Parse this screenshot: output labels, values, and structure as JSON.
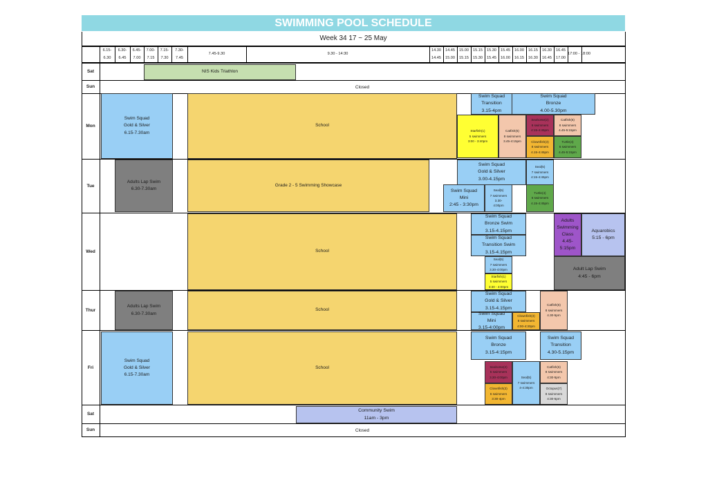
{
  "header": {
    "title": "SWIMMING POOL SCHEDULE",
    "week": "Week 34   17  ~  25 May"
  },
  "time_slots": [
    "6.15-\n6.30",
    "6.30-\n6.45",
    "6.45-\n7.00",
    "7.00-\n7.15",
    "7.15-\n7.30",
    "7.30-\n7.45",
    "7.45-9.30",
    "9.30 - 14:30",
    "14.30\n14.45",
    "14.45\n15.00",
    "15.00\n15.15",
    "15.15\n15.30",
    "15.30\n15.45",
    "15.45\n16.00",
    "16.00\n16.15",
    "16.15\n16.30",
    "16.30\n16.45",
    "16.45\n17.00",
    "17:00 - 18:00"
  ],
  "days": [
    "Sat",
    "Sun",
    "Mon",
    "Tue",
    "Wed",
    "Thur",
    "Fri",
    "Sat",
    "Sun"
  ],
  "colors": {
    "title_bar": "#8fd8e3",
    "blue": "#99cff5",
    "gray": "#7f7f7f",
    "yellow_school": "#f5d56f",
    "green": "#c6dfb0",
    "yellow": "#ffff33",
    "peach": "#f3c7ac",
    "maroon": "#a8325a",
    "orange": "#f2b632",
    "dark_green": "#5fa84a",
    "purple": "#9e55c9",
    "lavender": "#b7c3ef",
    "light_gray": "#d9d9d9"
  },
  "sat_top": {
    "event": "NIS Kids Triathlon"
  },
  "sun_top": {
    "label": "Closed"
  },
  "mon": {
    "squad_gold": "Swim Squad\nGold & Silver\n6.15-7.30am",
    "school": "School",
    "transition": "Swim Squad\nTransition\n3.15-4pm",
    "bronze": "Swim Squad\nBronze\n4.00-5.30pm",
    "starfish": "Starfish(1)\n5 swimmers\n3:00 - 3:40pm",
    "catfish": "Catfish(6)\n8 swimmers\n3.45-4:15pm",
    "seahorse": "Seahorse(2)\n6 swimmers\n4:15-4:45pm",
    "catfish2": "Catfish(6)\n8 swimmers\n4.45-5:15pm",
    "clownfish": "Clownfish(3)\n8 swimmers\n4.15-4:45pm",
    "turtle": "Turtle(4)\n6 swimmers\n4.45-5:15pm"
  },
  "tue": {
    "adults_lap": "Adults Lap Swim\n6.30-7.30am",
    "showcase": "Grade 2 - 5  Swimming Showcase",
    "squad_gold": "Swim Squad\nGold & Silver\n3.00-4.15pm",
    "seal_top": "Seal(5)\n7 swimmers\n4:15-4:45pm",
    "squad_mini": "Swim Squad\nMini\n2:45 - 3:30pm",
    "seal": "Seal(5)\n7 swimmers\n3.30-\n4:00pm",
    "turtle": "Turtle(4)\n6 swimmers\n4.15-4:45pm"
  },
  "wed": {
    "school": "School",
    "bronze_swim": "Swim Squad\nBronze Swim\n3.15-4.15pm",
    "transition_swim": "Swim Squad\nTransition Swim\n3.15-4.15pm",
    "adults_class": "Adults\nSwimming\nClass\n4.45-5:15pm",
    "aquarobics": "Aquarobics\n5:15 - 6pm",
    "seal": "Seal(5)\n7 swimmers\n3.30-4:00pm",
    "starfish": "Starfish(1)\n5 swimmers\n3:30 - 4:00pm",
    "adult_lap": "Adult Lap Swim\n4:45 - 6pm"
  },
  "thu": {
    "adults_lap": "Adults Lap Swim\n6.30-7.30am",
    "school": "School",
    "squad_gold": "Swim Squad\nGold & Silver\n3.15-4.15pm",
    "catfish": "Catfish(6)\n8 swimmers\n4.30-5pm",
    "squad_mini": "Swim Squad\nMini\n3.15-4:00pm",
    "clownfish": "Clownfish(3)\n8 swimmers\n4:00-4:30pm"
  },
  "fri": {
    "squad_gold": "Swim Squad\nGold & Silver\n6.15-7.30am",
    "school": "School",
    "bronze": "Swim Squad\nBronze\n3.15-4:15pm",
    "transition": "Swim Squad\nTransition\n4.30-5.15pm",
    "seahorse": "Seahorse(2)\n5 swimmers\n3.30-4:00pm",
    "seal": "Seal(5)\n7 swimmers\n4-4:30pm",
    "catfish": "Catfish(6)\n8 swimmers\n4:30-5pm",
    "clownfish": "Clownfish(3)\n6 swimmers\n3:30-4pm",
    "octopus": "Octopus(7)\n8 swimmers\n4:30-5pm"
  },
  "sat_bottom": {
    "community": "Community Swim\n11am - 3pm"
  },
  "sun_bottom": {
    "label": "Closed"
  }
}
